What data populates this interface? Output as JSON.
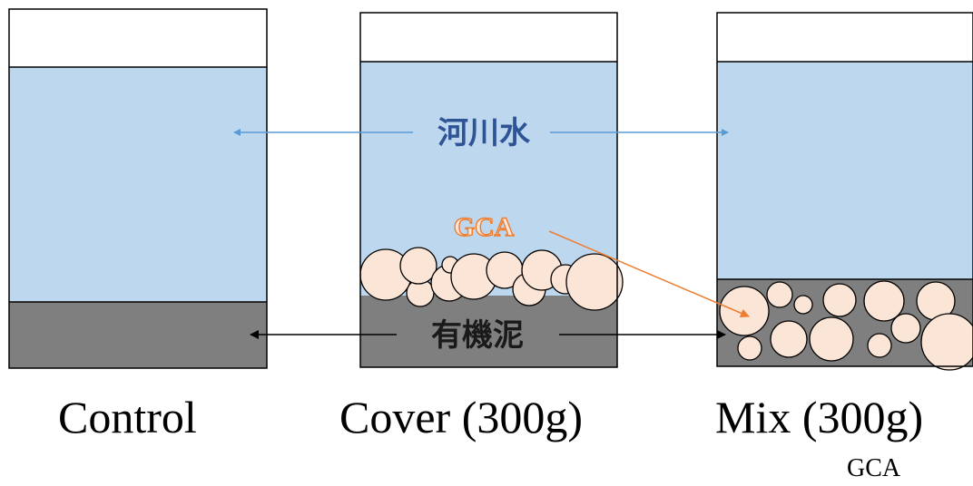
{
  "labels": {
    "water": "河川水",
    "mud": "有機泥",
    "gca": "GCA"
  },
  "captions": {
    "control": "Control",
    "cover": "Cover (300g)",
    "mix": "Mix (300g)",
    "mix_sub": "GCA"
  },
  "colors": {
    "water": "#bdd7ee",
    "mud": "#7f7f7f",
    "pebble_fill": "#fbe5d6",
    "water_arrow": "#5b9bd5",
    "gca_arrow": "#ed7d31",
    "mud_arrow": "#000000"
  }
}
